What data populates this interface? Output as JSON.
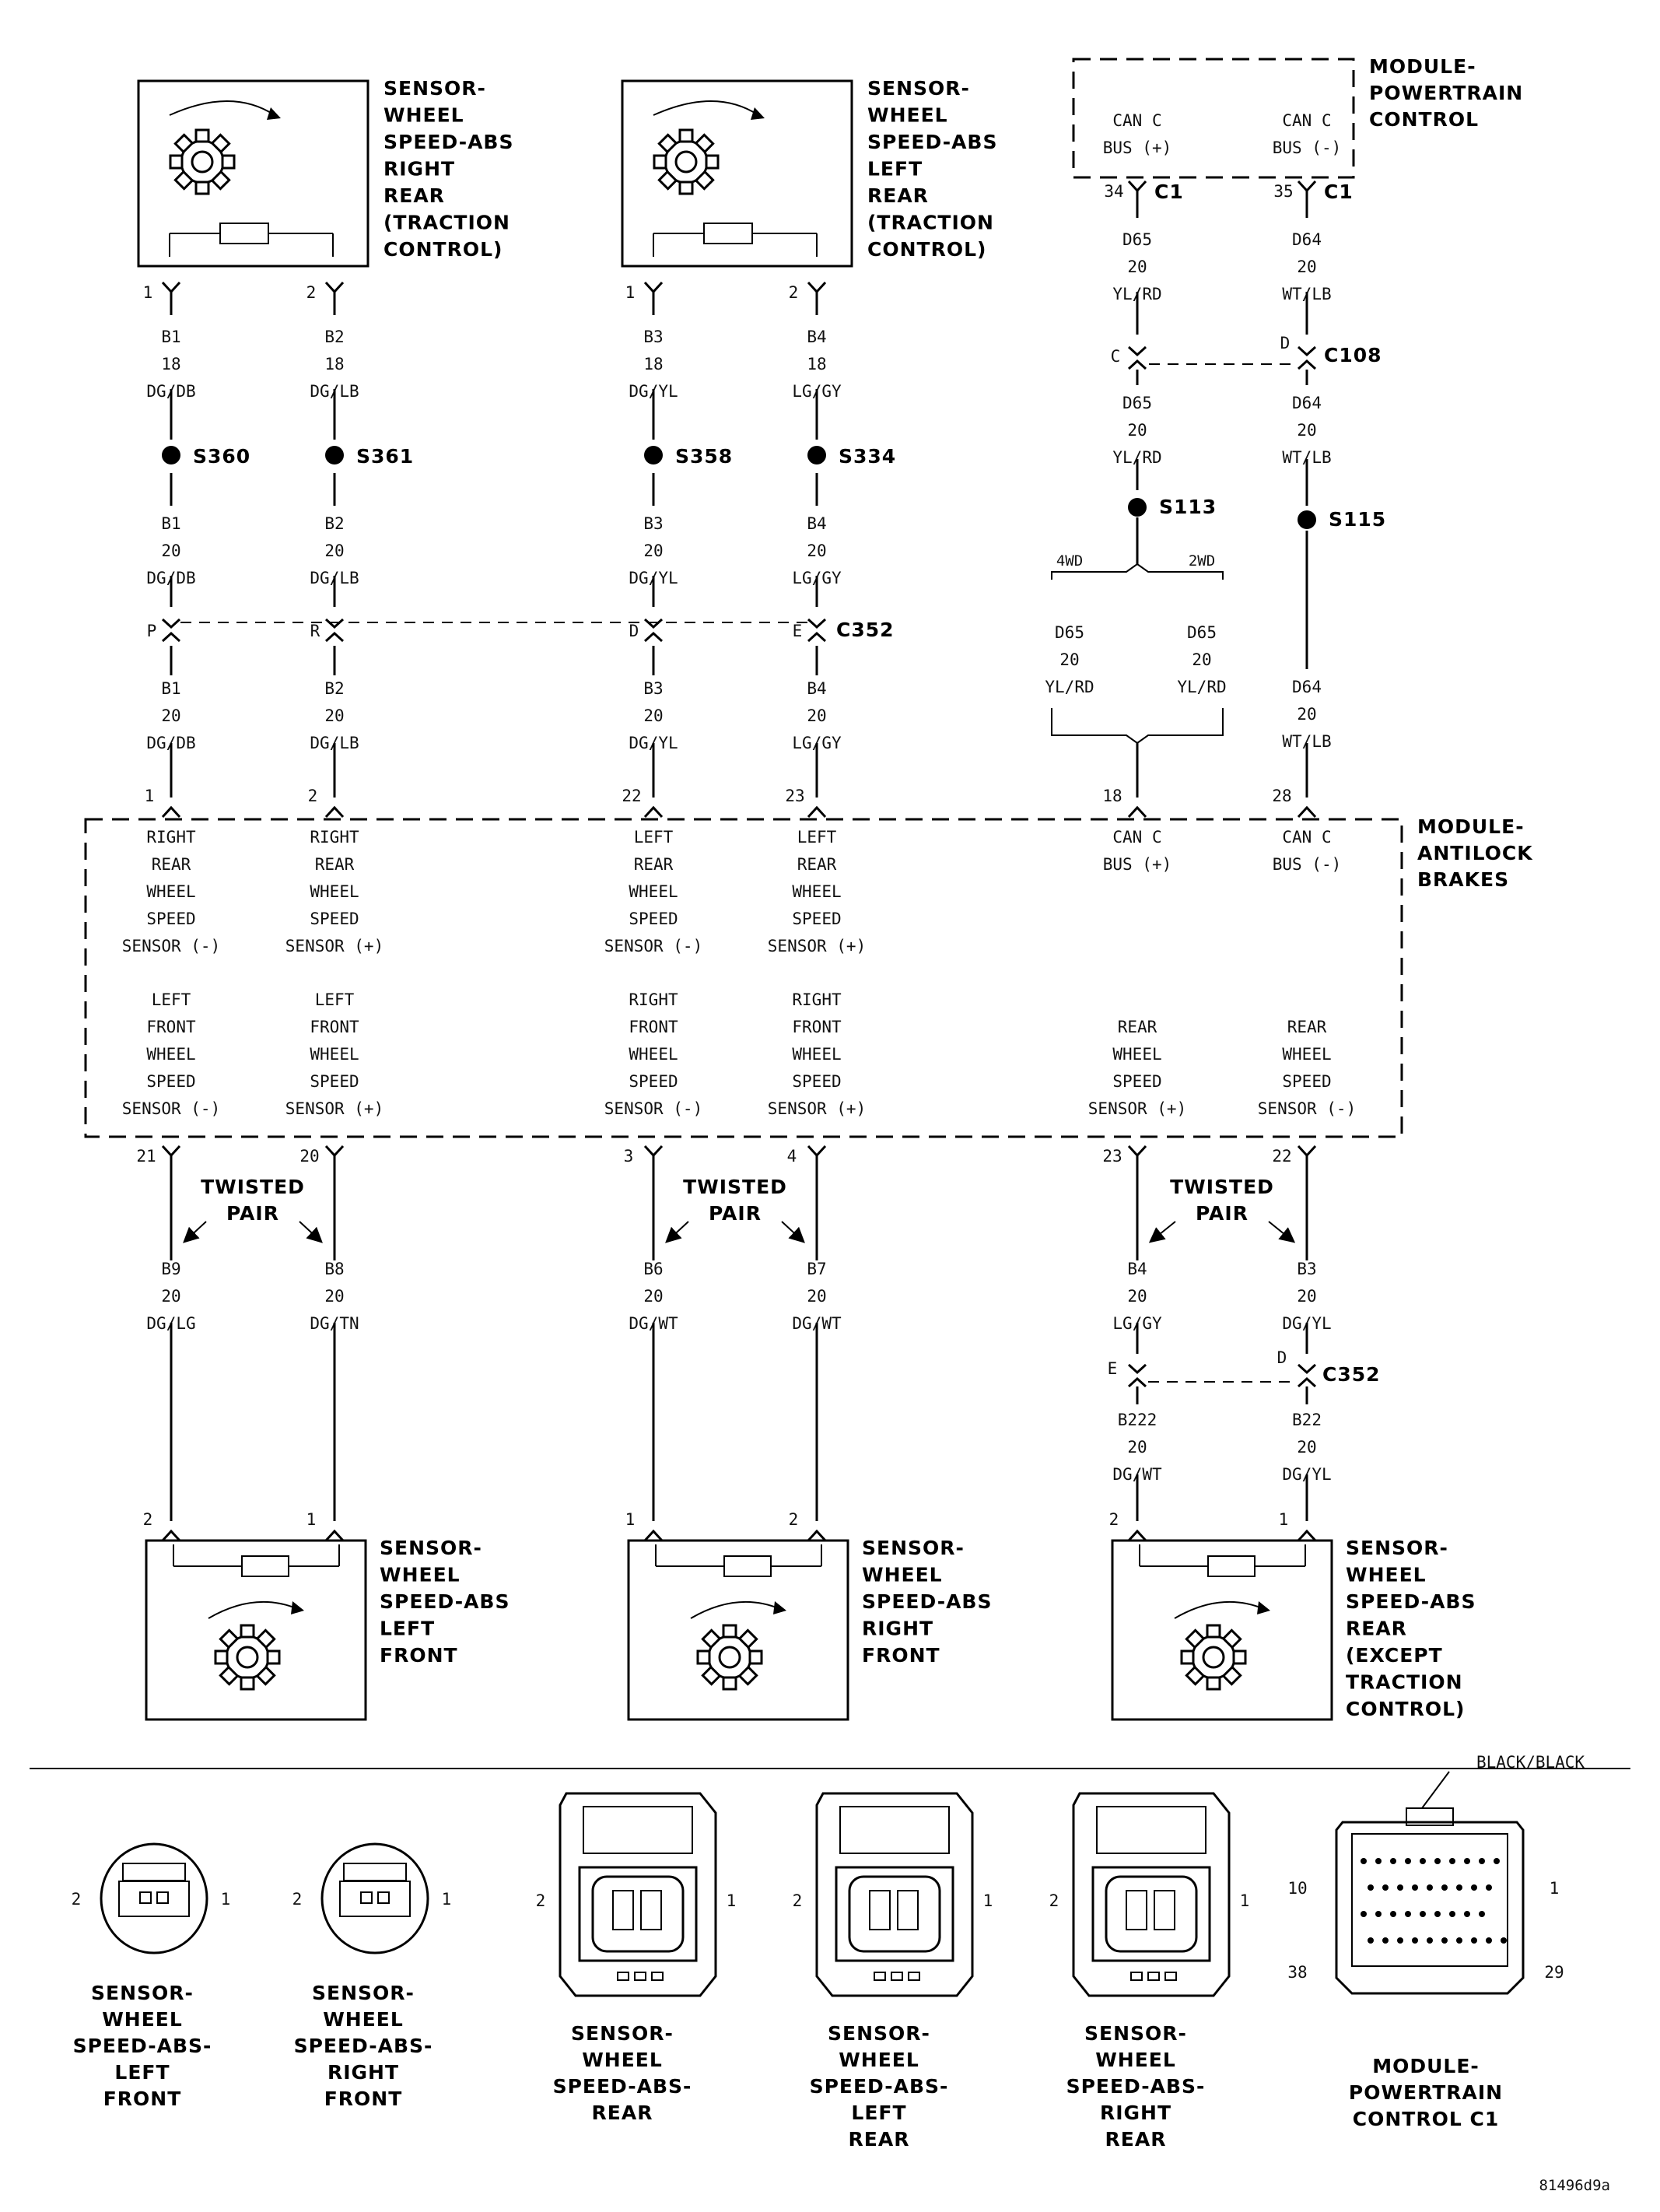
{
  "components": {
    "sensor_rr": [
      "SENSOR-",
      "WHEEL",
      "SPEED-ABS",
      "RIGHT",
      "REAR",
      "(TRACTION",
      "CONTROL)"
    ],
    "sensor_lr": [
      "SENSOR-",
      "WHEEL",
      "SPEED-ABS",
      "LEFT",
      "REAR",
      "(TRACTION",
      "CONTROL)"
    ],
    "pcm": [
      "MODULE-",
      "POWERTRAIN",
      "CONTROL"
    ],
    "abs": [
      "MODULE-",
      "ANTILOCK",
      "BRAKES"
    ],
    "sensor_lf": [
      "SENSOR-",
      "WHEEL",
      "SPEED-ABS",
      "LEFT",
      "FRONT"
    ],
    "sensor_rf": [
      "SENSOR-",
      "WHEEL",
      "SPEED-ABS",
      "RIGHT",
      "FRONT"
    ],
    "sensor_rear": [
      "SENSOR-",
      "WHEEL",
      "SPEED-ABS",
      "REAR",
      "(EXCEPT",
      "TRACTION",
      "CONTROL)"
    ]
  },
  "pcm_pins": {
    "left": [
      "CAN C",
      "BUS (+)"
    ],
    "right": [
      "CAN C",
      "BUS (-)"
    ],
    "left_num": "34",
    "right_num": "35",
    "conn": "C1"
  },
  "splices": [
    "S360",
    "S361",
    "S358",
    "S334",
    "S113",
    "S115"
  ],
  "connectors": {
    "c352": "C352",
    "c108": "C108",
    "c352b": "C352"
  },
  "wires_top": [
    {
      "pin": "1",
      "upper": [
        "B1",
        "18",
        "DG/DB"
      ],
      "lower": [
        "B1",
        "20",
        "DG/DB"
      ],
      "c352_pin": "P",
      "bottom": [
        "B1",
        "20",
        "DG/DB"
      ],
      "abs_pin": "1"
    },
    {
      "pin": "2",
      "upper": [
        "B2",
        "18",
        "DG/LB"
      ],
      "lower": [
        "B2",
        "20",
        "DG/LB"
      ],
      "c352_pin": "R",
      "bottom": [
        "B2",
        "20",
        "DG/LB"
      ],
      "abs_pin": "2"
    },
    {
      "pin": "1",
      "upper": [
        "B3",
        "18",
        "DG/YL"
      ],
      "lower": [
        "B3",
        "20",
        "DG/YL"
      ],
      "c352_pin": "D",
      "bottom": [
        "B3",
        "20",
        "DG/YL"
      ],
      "abs_pin": "22"
    },
    {
      "pin": "2",
      "upper": [
        "B4",
        "18",
        "LG/GY"
      ],
      "lower": [
        "B4",
        "20",
        "LG/GY"
      ],
      "c352_pin": "E",
      "bottom": [
        "B4",
        "20",
        "LG/GY"
      ],
      "abs_pin": "23"
    }
  ],
  "can_wires": {
    "d65_a": [
      "D65",
      "20",
      "YL/RD"
    ],
    "d64_a": [
      "D64",
      "20",
      "WT/LB"
    ],
    "c108_left": "C",
    "c108_right": "D",
    "d65_b": [
      "D65",
      "20",
      "YL/RD"
    ],
    "d64_b": [
      "D64",
      "20",
      "WT/LB"
    ],
    "wd4": "4WD",
    "wd2": "2WD",
    "d65_4wd": [
      "D65",
      "20",
      "YL/RD"
    ],
    "d65_2wd": [
      "D65",
      "20",
      "YL/RD"
    ],
    "d64_c": [
      "D64",
      "20",
      "WT/LB"
    ],
    "abs_pin_l": "18",
    "abs_pin_r": "28"
  },
  "abs_labels_upper": [
    [
      "RIGHT",
      "REAR",
      "WHEEL",
      "SPEED",
      "SENSOR (-)"
    ],
    [
      "RIGHT",
      "REAR",
      "WHEEL",
      "SPEED",
      "SENSOR (+)"
    ],
    [
      "LEFT",
      "REAR",
      "WHEEL",
      "SPEED",
      "SENSOR (-)"
    ],
    [
      "LEFT",
      "REAR",
      "WHEEL",
      "SPEED",
      "SENSOR (+)"
    ],
    [
      "CAN C",
      "BUS (+)"
    ],
    [
      "CAN C",
      "BUS (-)"
    ]
  ],
  "abs_labels_lower": [
    [
      "LEFT",
      "FRONT",
      "WHEEL",
      "SPEED",
      "SENSOR (-)"
    ],
    [
      "LEFT",
      "FRONT",
      "WHEEL",
      "SPEED",
      "SENSOR (+)"
    ],
    [
      "RIGHT",
      "FRONT",
      "WHEEL",
      "SPEED",
      "SENSOR (-)"
    ],
    [
      "RIGHT",
      "FRONT",
      "WHEEL",
      "SPEED",
      "SENSOR (+)"
    ],
    [
      "REAR",
      "WHEEL",
      "SPEED",
      "SENSOR (+)"
    ],
    [
      "REAR",
      "WHEEL",
      "SPEED",
      "SENSOR (-)"
    ]
  ],
  "wires_bottom": [
    {
      "abs_pin": "21",
      "wire": [
        "B9",
        "20",
        "DG/LG"
      ],
      "sensor_pin": "2"
    },
    {
      "abs_pin": "20",
      "wire": [
        "B8",
        "20",
        "DG/TN"
      ],
      "sensor_pin": "1"
    },
    {
      "abs_pin": "3",
      "wire": [
        "B6",
        "20",
        "DG/WT"
      ],
      "sensor_pin": "1"
    },
    {
      "abs_pin": "4",
      "wire": [
        "B7",
        "20",
        "DG/WT"
      ],
      "sensor_pin": "2"
    },
    {
      "abs_pin": "23",
      "wire": [
        "B4",
        "20",
        "LG/GY"
      ],
      "c352_pin": "E",
      "wire2": [
        "B222",
        "20",
        "DG/WT"
      ],
      "sensor_pin": "2"
    },
    {
      "abs_pin": "22",
      "wire": [
        "B3",
        "20",
        "DG/YL"
      ],
      "c352_pin": "D",
      "wire2": [
        "B22",
        "20",
        "DG/YL"
      ],
      "sensor_pin": "1"
    }
  ],
  "twisted_pair": [
    "TWISTED",
    "PAIR"
  ],
  "connector_views": [
    {
      "label": [
        "SENSOR-",
        "WHEEL",
        "SPEED-ABS-",
        "LEFT",
        "FRONT"
      ],
      "pin_left": "2",
      "pin_right": "1"
    },
    {
      "label": [
        "SENSOR-",
        "WHEEL",
        "SPEED-ABS-",
        "RIGHT",
        "FRONT"
      ],
      "pin_left": "2",
      "pin_right": "1"
    },
    {
      "label": [
        "SENSOR-",
        "WHEEL",
        "SPEED-ABS-",
        "REAR"
      ],
      "pin_left": "2",
      "pin_right": "1"
    },
    {
      "label": [
        "SENSOR-",
        "WHEEL",
        "SPEED-ABS-",
        "LEFT",
        "REAR"
      ],
      "pin_left": "2",
      "pin_right": "1"
    },
    {
      "label": [
        "SENSOR-",
        "WHEEL",
        "SPEED-ABS-",
        "RIGHT",
        "REAR"
      ],
      "pin_left": "2",
      "pin_right": "1"
    },
    {
      "label": [
        "MODULE-",
        "POWERTRAIN",
        "CONTROL C1"
      ],
      "color": "BLACK/BLACK",
      "pins": [
        "10",
        "1",
        "38",
        "29"
      ]
    }
  ],
  "figure_id": "81496d9a"
}
